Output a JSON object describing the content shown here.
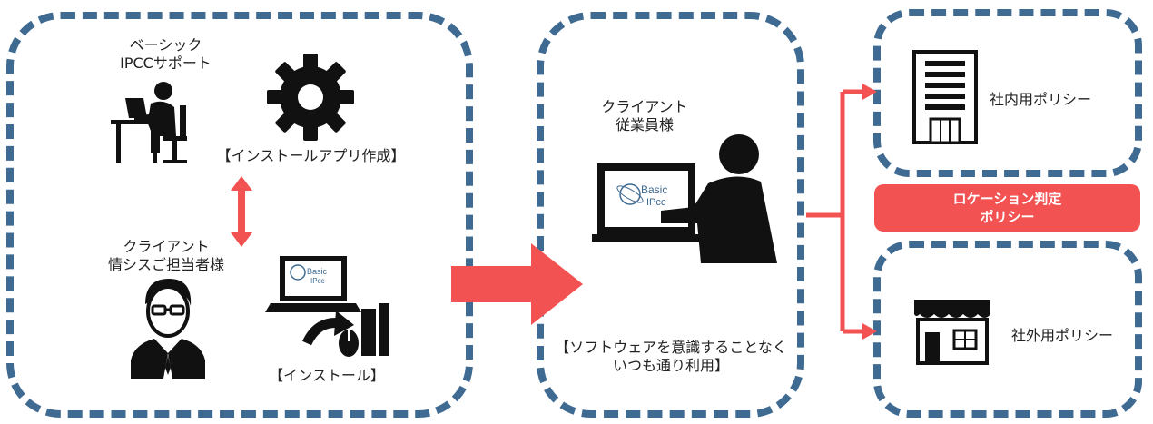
{
  "left_panel": {
    "basic_label": "ベーシック\nIPCCサポート",
    "create_label": "【インストールアプリ作成】",
    "client_it_label": "クライアント\n情シスご担当者様",
    "install_label": "【インストール】",
    "icons": [
      "person-at-desk-icon",
      "gear-icon",
      "businessman-icon",
      "laptop-install-icon"
    ]
  },
  "center_panel": {
    "employee_label": "クライアント\n従業員様",
    "usage_label": "【ソフトウェアを意識することなく\nいつも通り利用】",
    "logo_word1": "Basic",
    "logo_word2": "IPcc"
  },
  "right_panel": {
    "internal_policy": "社内用ポリシー",
    "external_policy": "社外用ポリシー",
    "location_badge": "ロケーション判定\nポリシー"
  },
  "colors": {
    "dash_border": "#3f6a92",
    "accent_red": "#f25252",
    "icon_black": "#111111"
  }
}
